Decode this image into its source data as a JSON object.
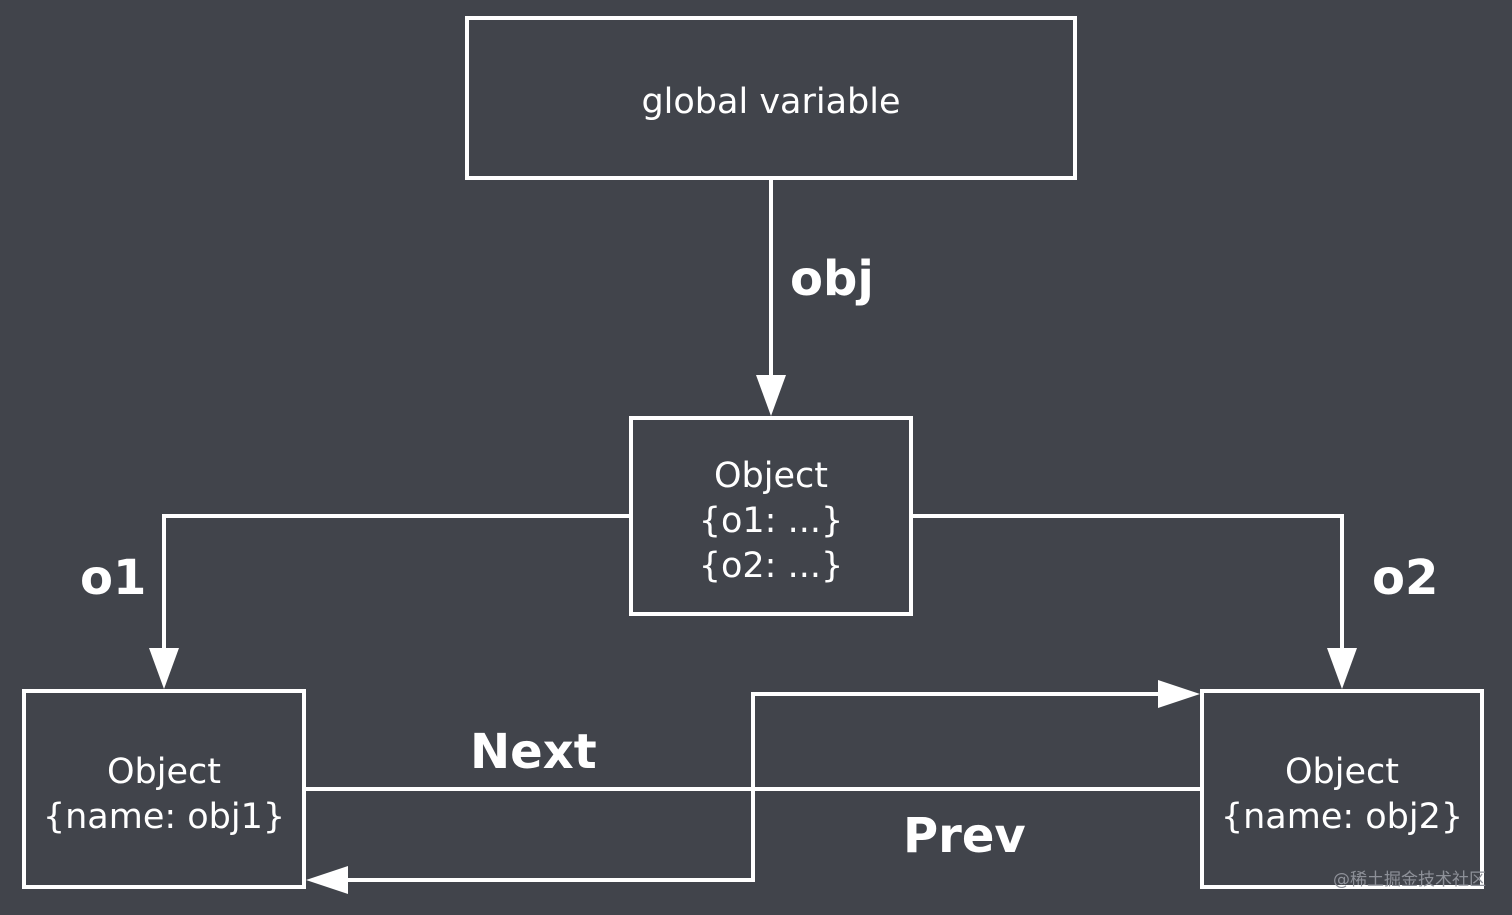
{
  "nodes": {
    "global": {
      "label": "global variable"
    },
    "root": {
      "lines": [
        "Object",
        "{o1:  ...}",
        "{o2:  ...}"
      ]
    },
    "obj1": {
      "lines": [
        "Object",
        "{name: obj1}"
      ]
    },
    "obj2": {
      "lines": [
        "Object",
        "{name: obj2}"
      ]
    }
  },
  "edges": {
    "obj": "obj",
    "o1": "o1",
    "o2": "o2",
    "next": "Next",
    "prev": "Prev"
  },
  "watermark": "@稀土掘金技术社区"
}
